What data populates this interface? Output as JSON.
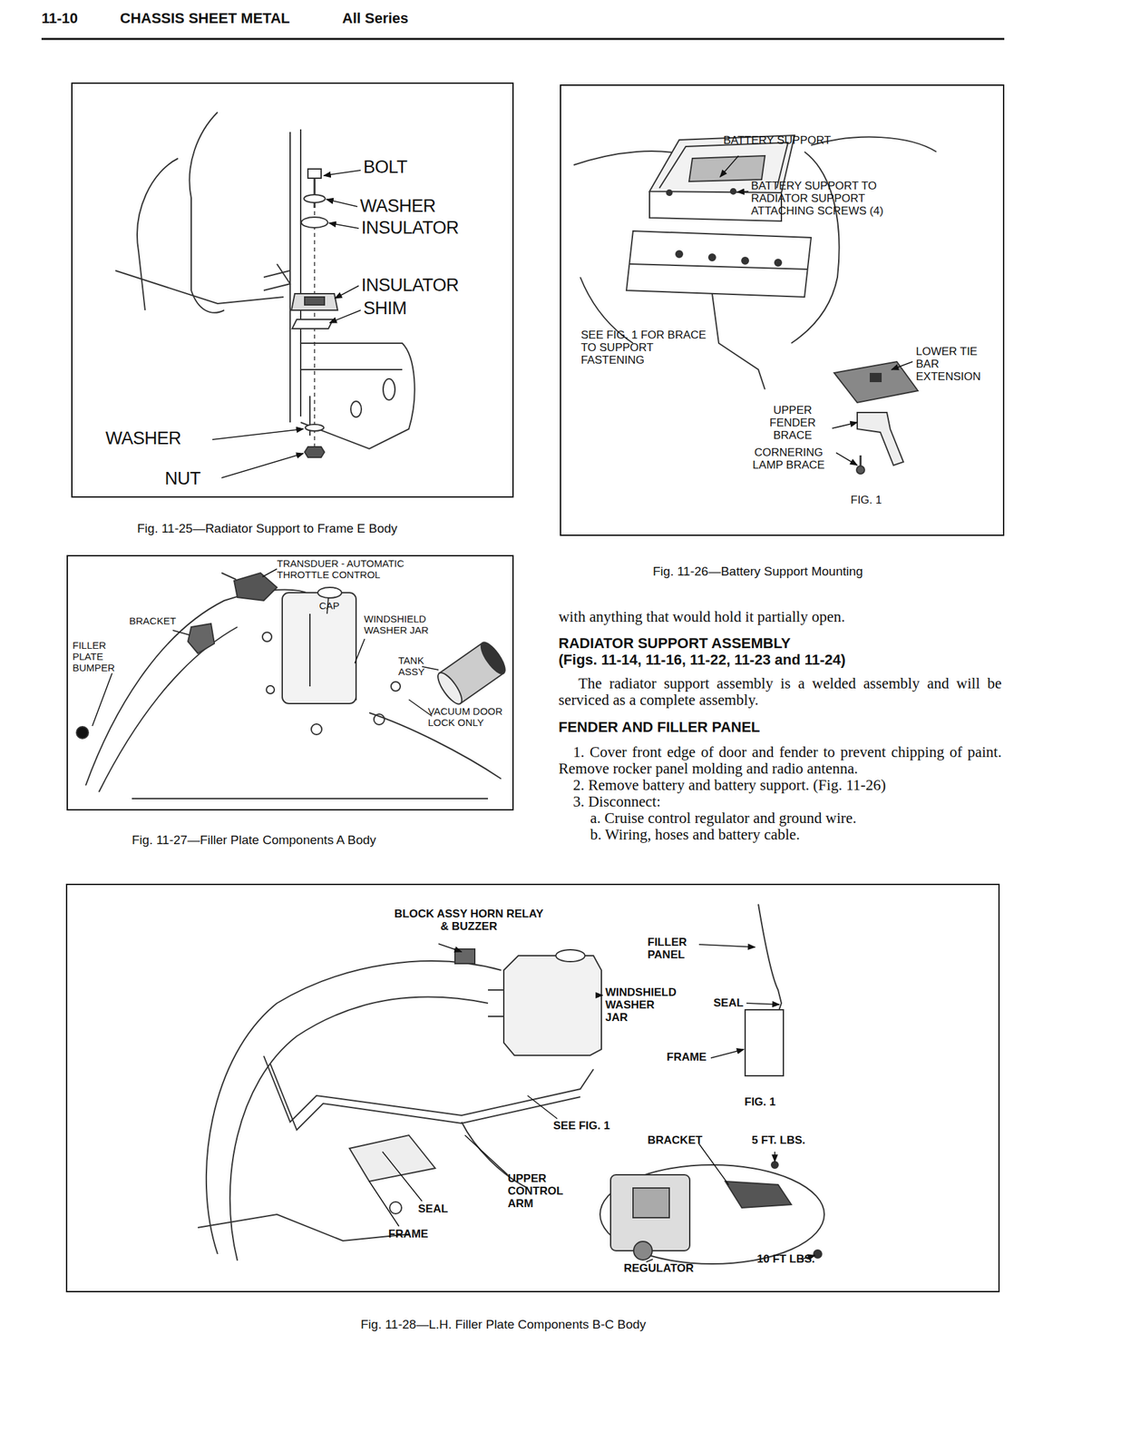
{
  "diagram": {
    "title": "CHASSIS SHEET METAL",
    "caption": "Fig. 11-28—L.H. Filler Plate Components B-C Body",
    "labels": [
      "11-10",
      "All Series",
      "BOLT",
      "WASHER",
      "INSULATOR",
      "INSULATOR",
      "SHIM",
      "WASHER",
      "NUT",
      "Fig. 11-25—Radiator Support to Frame E Body",
      "BATTERY SUPPORT",
      "BATTERY SUPPORT TO RADIATOR SUPPORT ATTACHING SCREWS (4)",
      "SEE FIG. 1 FOR BRACE TO SUPPORT FASTENING",
      "LOWER TIE BAR EXTENSION",
      "UPPER FENDER BRACE",
      "CORNERING LAMP BRACE",
      "FIG. 1",
      "Fig. 11-26—Battery Support Mounting",
      "TRANSDUER - AUTOMATIC THROTTLE CONTROL",
      "CAP",
      "BRACKET",
      "WINDSHIELD WASHER JAR",
      "FILLER PLATE BUMPER",
      "TANK ASSY",
      "VACUUM DOOR LOCK ONLY",
      "Fig. 11-27—Filler Plate Components A Body",
      "with anything that would hold it partially open.",
      "RADIATOR SUPPORT ASSEMBLY",
      "(Figs. 11-14, 11-16, 11-22, 11-23 and 11-24)",
      "The radiator support assembly is a welded assembly and will be serviced as a complete assembly.",
      "FENDER AND FILLER PANEL",
      "1. Cover front edge of door and fender to prevent chipping of paint. Remove rocker panel molding and radio antenna.",
      "2. Remove battery and battery support. (Fig. 11-26)",
      "3. Disconnect:",
      "a. Cruise control regulator and ground wire.",
      "b. Wiring, hoses and battery cable.",
      "BLOCK ASSY HORN RELAY & BUZZER",
      "FILLER PANEL",
      "WINDSHIELD WASHER JAR",
      "SEAL",
      "FRAME",
      "FIG. 1",
      "SEE FIG. 1",
      "BRACKET",
      "5 FT. LBS.",
      "UPPER CONTROL ARM",
      "SEAL",
      "FRAME",
      "REGULATOR",
      "10 FT LBS."
    ]
  }
}
